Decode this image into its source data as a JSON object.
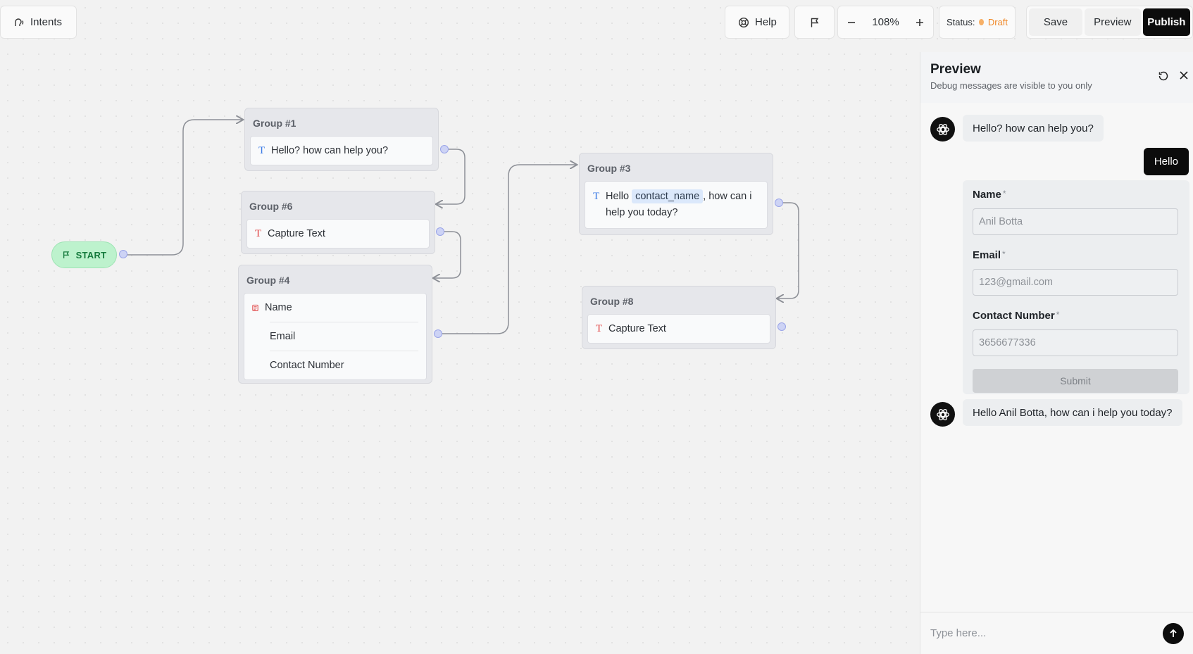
{
  "toolbar": {
    "intents_label": "Intents",
    "help_label": "Help",
    "zoom_value": "108%",
    "status_label": "Status:",
    "status_value": "Draft",
    "save_label": "Save",
    "preview_label": "Preview",
    "publish_label": "Publish"
  },
  "canvas": {
    "start_label": "START",
    "groups": [
      {
        "title": "Group #1",
        "blocks": [
          "Hello? how can help you?"
        ]
      },
      {
        "title": "Group #6",
        "blocks": [
          "Capture Text"
        ]
      },
      {
        "title": "Group #4",
        "blocks": [
          "Name",
          "Email",
          "Contact Number"
        ]
      },
      {
        "title": "Group #3",
        "blocks": [
          "Hello",
          "contact_name",
          ", how can i",
          "help you today?"
        ]
      },
      {
        "title": "Group #8",
        "blocks": [
          "Capture Text"
        ]
      }
    ]
  },
  "preview": {
    "title": "Preview",
    "subtitle": "Debug messages are visible to you only",
    "messages": [
      {
        "from": "bot",
        "text": "Hello? how can help you?"
      },
      {
        "from": "user",
        "text": "Hello"
      },
      {
        "from": "bot",
        "text": "Hello Anil Botta, how can i help you today?"
      }
    ],
    "form": {
      "fields": [
        {
          "label": "Name",
          "required": "*",
          "value": "Anil Botta"
        },
        {
          "label": "Email",
          "required": "*",
          "value": "123@gmail.com"
        },
        {
          "label": "Contact Number",
          "required": "*",
          "value": "3656677336"
        }
      ],
      "submit_label": "Submit"
    },
    "composer_placeholder": "Type here..."
  },
  "colors": {
    "accent_dark": "#0c0c0c",
    "start_green": "#bdf2cd",
    "draft_orange": "#f08a2b",
    "text_icon_blue": "#3b7be6",
    "text_icon_red": "#e04444"
  }
}
